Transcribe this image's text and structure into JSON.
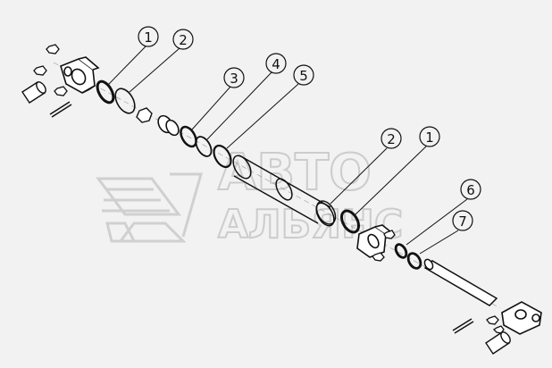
{
  "watermark": {
    "line1": "АВТО",
    "line2": "АЛЬЯНС"
  },
  "callouts": [
    "1",
    "2",
    "3",
    "4",
    "5",
    "2",
    "1",
    "6",
    "7"
  ],
  "colors": {
    "background": "#f2f2f2",
    "line": "#111111",
    "watermark": "#d0d0d0"
  }
}
